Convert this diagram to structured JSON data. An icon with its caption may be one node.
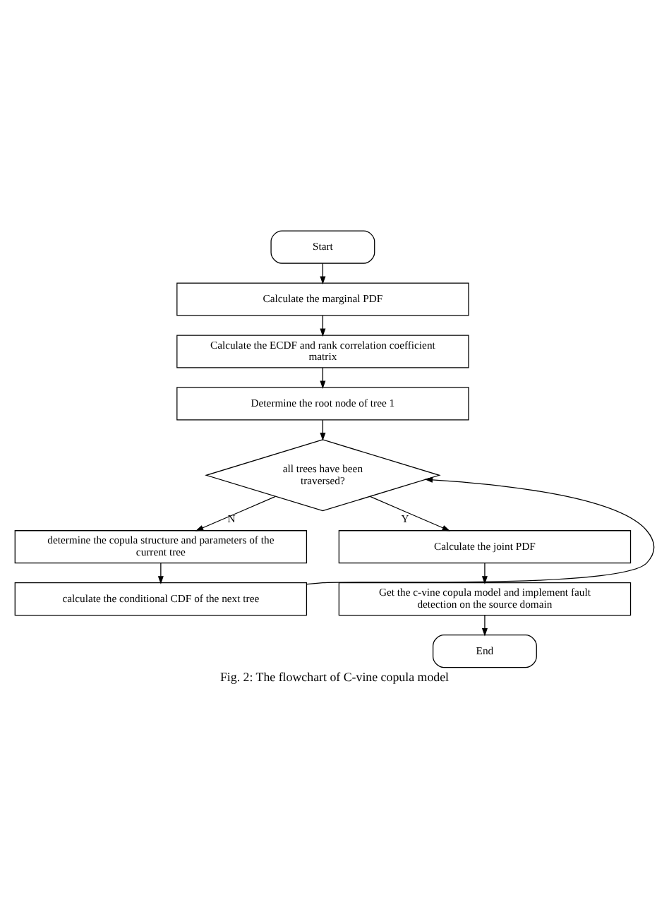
{
  "diagram": {
    "caption": "Fig. 2: The flowchart of C-vine copula model",
    "nodes": [
      {
        "text": [
          "Start"
        ]
      },
      {
        "text": [
          "Calculate the marginal PDF"
        ]
      },
      {
        "text": [
          "Calculate the ECDF and rank correlation coefficient matrix"
        ]
      },
      {
        "text": [
          "Determine the root node of tree 1"
        ]
      },
      {
        "text": [
          "all trees have been traversed?"
        ]
      },
      {
        "text": [
          "determine the copula structure and parameters of the current tree"
        ]
      },
      {
        "text": [
          "calculate the conditional CDF of the next tree"
        ]
      },
      {
        "text": [
          "Calculate the joint PDF"
        ]
      },
      {
        "text": [
          "Get the c-vine copula model and implement fault detection on the source domain"
        ]
      },
      {
        "text": [
          "End"
        ]
      }
    ],
    "edges": [
      {
        "from": 0,
        "to": 1,
        "arrow": "to"
      },
      {
        "from": 1,
        "to": 2,
        "arrow": "to"
      },
      {
        "from": 2,
        "to": 3,
        "arrow": "to"
      },
      {
        "from": 3,
        "to": 4,
        "arrow": "to"
      },
      {
        "from": 4,
        "to": 5,
        "arrow": "to",
        "label": "N"
      },
      {
        "from": 5,
        "to": 6,
        "arrow": "to"
      },
      {
        "from": 6,
        "to": 4,
        "arrow": "to"
      },
      {
        "from": 4,
        "to": 7,
        "arrow": "to",
        "label": "Y"
      },
      {
        "from": 7,
        "to": 8,
        "arrow": "to"
      },
      {
        "from": 8,
        "to": 9,
        "arrow": "to"
      }
    ]
  }
}
